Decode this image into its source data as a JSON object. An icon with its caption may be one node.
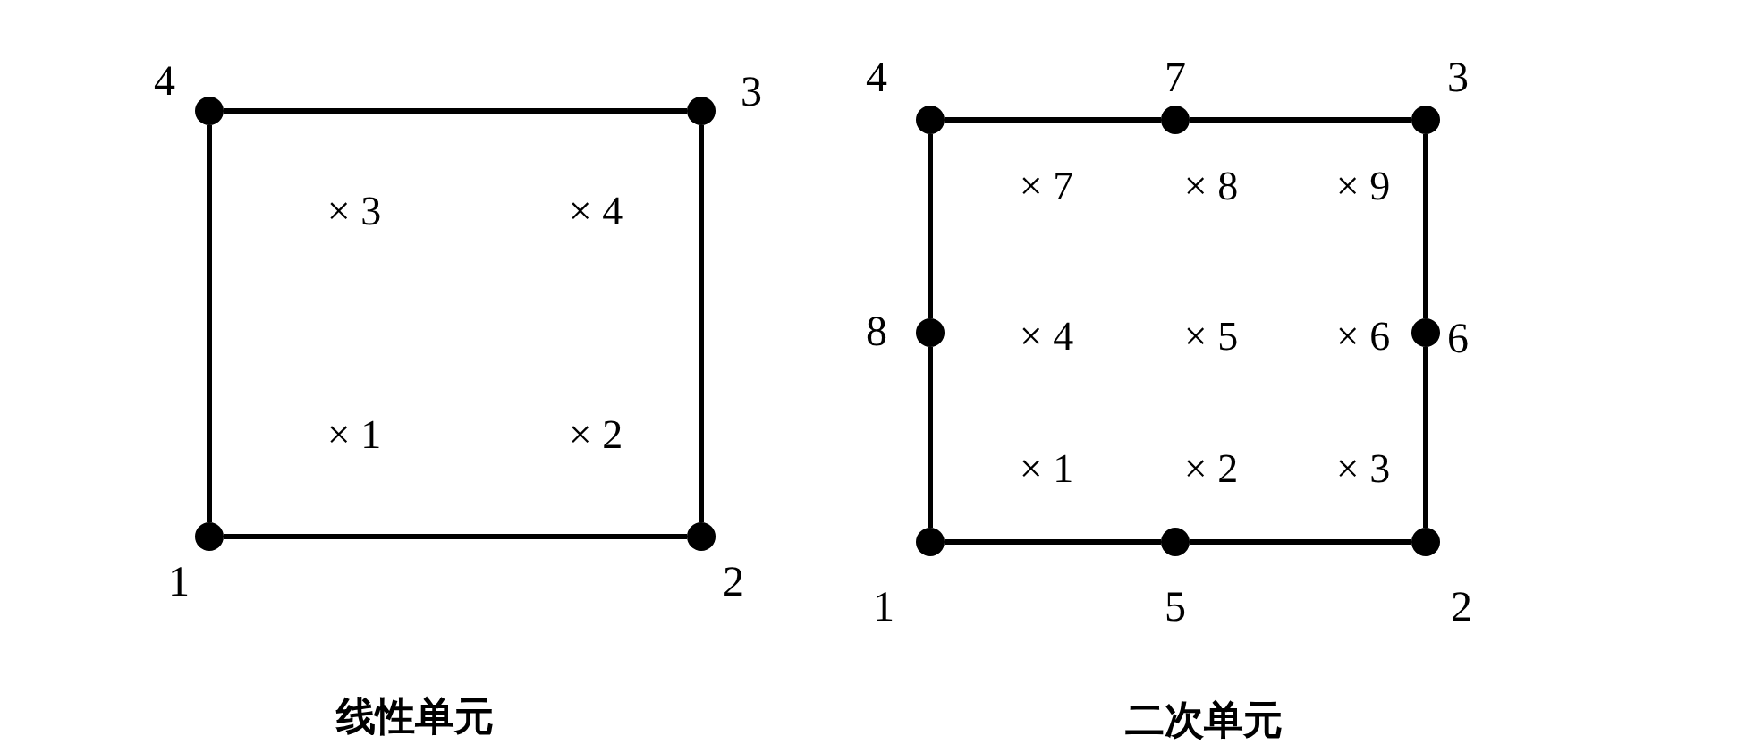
{
  "diagram": {
    "nodes": [
      {
        "text": [],
        "shape": "circle",
        "beside": [
          "1"
        ]
      },
      {
        "text": [],
        "shape": "circle",
        "beside": [
          "2"
        ]
      },
      {
        "text": [],
        "shape": "circle",
        "beside": [
          "3"
        ]
      },
      {
        "text": [],
        "shape": "circle",
        "beside": [
          "4"
        ]
      },
      {
        "text": [],
        "shape": "circle",
        "beside": [
          "1"
        ]
      },
      {
        "text": [],
        "shape": "circle",
        "beside": [
          "2"
        ]
      },
      {
        "text": [],
        "shape": "circle",
        "beside": [
          "3"
        ]
      },
      {
        "text": [],
        "shape": "circle",
        "beside": [
          "4"
        ]
      },
      {
        "text": [],
        "shape": "circle",
        "beside": [
          "5"
        ]
      },
      {
        "text": [],
        "shape": "circle",
        "beside": [
          "6"
        ]
      },
      {
        "text": [],
        "shape": "circle",
        "beside": [
          "7"
        ]
      },
      {
        "text": [],
        "shape": "circle",
        "beside": [
          "8"
        ]
      }
    ],
    "edges": [
      {
        "from": 0,
        "to": 1,
        "arrow": "none"
      },
      {
        "from": 1,
        "to": 2,
        "arrow": "none"
      },
      {
        "from": 2,
        "to": 3,
        "arrow": "none"
      },
      {
        "from": 3,
        "to": 0,
        "arrow": "none"
      },
      {
        "from": 4,
        "to": 8,
        "arrow": "none"
      },
      {
        "from": 8,
        "to": 5,
        "arrow": "none"
      },
      {
        "from": 5,
        "to": 9,
        "arrow": "none"
      },
      {
        "from": 9,
        "to": 6,
        "arrow": "none"
      },
      {
        "from": 6,
        "to": 10,
        "arrow": "none"
      },
      {
        "from": 10,
        "to": 7,
        "arrow": "none"
      },
      {
        "from": 7,
        "to": 11,
        "arrow": "none"
      },
      {
        "from": 11,
        "to": 4,
        "arrow": "none"
      }
    ],
    "labels": [
      "× 3",
      "× 4",
      "× 1",
      "× 2",
      "× 7",
      "× 8",
      "× 9",
      "× 4",
      "× 5",
      "× 6",
      "× 1",
      "× 2",
      "× 3",
      "线性单元",
      "二次单元"
    ]
  }
}
